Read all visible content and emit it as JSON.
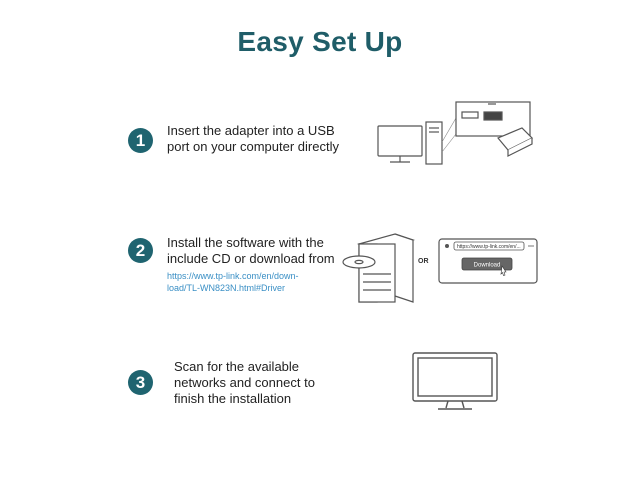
{
  "title": "Easy Set Up",
  "steps": [
    {
      "number": "1",
      "lines": [
        "Insert the adapter into a USB",
        "port on your computer directly"
      ]
    },
    {
      "number": "2",
      "lines": [
        "Install the software with the",
        "include CD or download from"
      ],
      "link_lines": [
        "https://www.tp-link.com/en/down-",
        "load/TL-WN823N.html#Driver"
      ],
      "or_label": "OR",
      "browser_url": "https://www.tp-link.com/en/...",
      "download_label": "Download"
    },
    {
      "number": "3",
      "lines": [
        "Scan for the available",
        "networks and connect to",
        "finish the installation"
      ]
    }
  ],
  "colors": {
    "title": "#1f5d68",
    "badge": "#1f6470",
    "link": "#3a8fc5"
  },
  "icons": {
    "step1": "desktop-pc-usb-adapter-icon",
    "step2": "cd-drive-tower-icon",
    "step2_alt": "browser-download-icon",
    "step3": "monitor-icon"
  }
}
